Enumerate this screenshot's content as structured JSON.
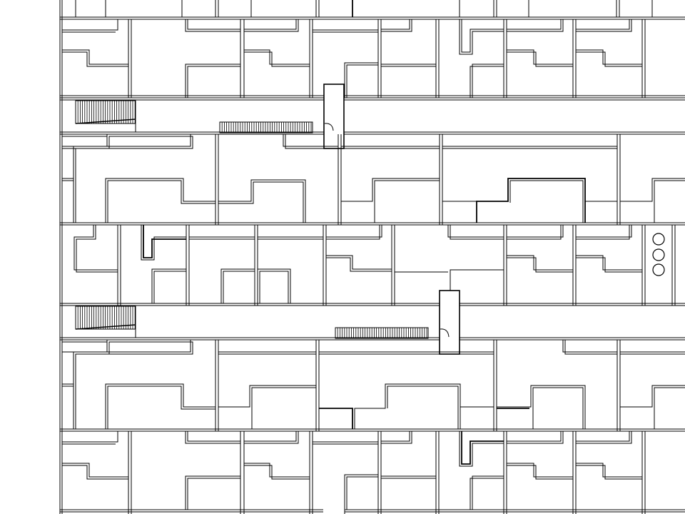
{
  "drawing": {
    "kind": "floor-plan",
    "floors": 4,
    "corridors": 2,
    "stairs": 4,
    "lift_cars": 3,
    "colors": {
      "background": "#ffffff",
      "line": "#000000"
    }
  }
}
